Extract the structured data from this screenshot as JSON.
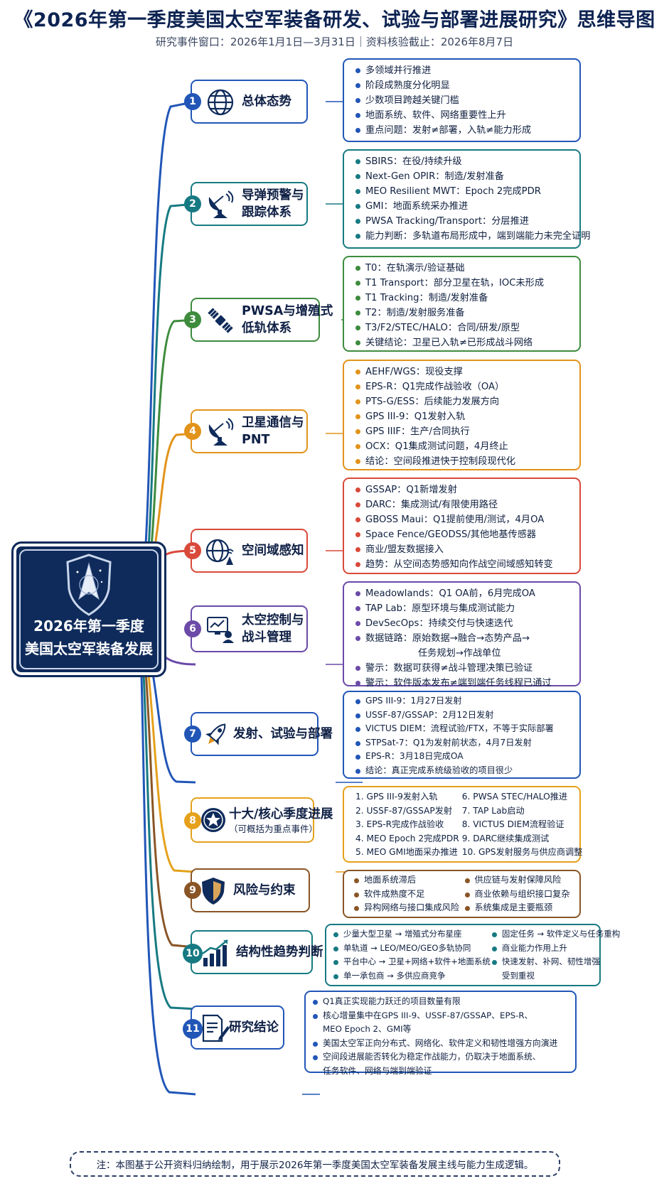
{
  "title": "《2026年第一季度美国太空军装备研发、试验与部署进展研究》思维导图",
  "subtitle": "研究事件窗口：2026年1月1日—3月31日｜资料核验截止：2026年8月7日",
  "root": {
    "line1": "2026年第一季度",
    "line2": "美国太空军装备发展",
    "icon": "space-force-delta-emblem"
  },
  "colors": {
    "navy": "#0f2b5b",
    "blue": "#2156b7",
    "teal": "#177a82",
    "green": "#3d8b3d",
    "orange": "#e2931b",
    "red": "#d9493a",
    "purple": "#6b4aa8",
    "gold": "#e5a11b",
    "brown": "#8a5526"
  },
  "branches": [
    {
      "num": "1",
      "label": "总体态势",
      "sub": "",
      "icon": "globe-icon",
      "items": [
        "多领域并行推进",
        "阶段成熟度分化明显",
        "少数项目跨越关键门槛",
        "地面系统、软件、网络重要性上升",
        "重点问题：发射≠部署，入轨≠能力形成"
      ]
    },
    {
      "num": "2",
      "label": "导弹预警与",
      "label2": "跟踪体系",
      "sub": "",
      "icon": "satellite-dish-icon",
      "items": [
        "SBIRS：在役/持续升级",
        "Next-Gen OPIR：制造/发射准备",
        "MEO Resilient MWT：Epoch 2完成PDR",
        "GMI：地面系统采办推进",
        "PWSA Tracking/Transport：分层推进",
        "能力判断：多轨道布局形成中，端到端能力未完全证明"
      ]
    },
    {
      "num": "3",
      "label": "PWSA与增殖式",
      "label2": "低轨体系",
      "sub": "",
      "icon": "satellite-icon",
      "items": [
        "T0：在轨演示/验证基础",
        "T1 Transport：部分卫星在轨，IOC未形成",
        "T1 Tracking：制造/发射准备",
        "T2：制造/发射服务准备",
        "T3/F2/STEC/HALO：合同/研发/原型",
        "关键结论：卫星已入轨≠已形成战斗网络"
      ]
    },
    {
      "num": "4",
      "label": "卫星通信与",
      "label2": "PNT",
      "sub": "",
      "icon": "satellite-antenna-icon",
      "items": [
        "AEHF/WGS：现役支撑",
        "EPS-R：Q1完成作战验收（OA）",
        "PTS-G/ESS：后续能力发展方向",
        "GPS III-9：Q1发射入轨",
        "GPS IIIF：生产/合同执行",
        "OCX：Q1集成测试问题，4月终止",
        "结论：空间段推进快于控制段现代化"
      ]
    },
    {
      "num": "5",
      "label": "空间域感知",
      "sub": "",
      "icon": "radar-globe-icon",
      "items": [
        "GSSAP：Q1新增发射",
        "DARC：集成测试/有限使用路径",
        "GBOSS Maui：Q1提前使用/测试，4月OA",
        "Space Fence/GEODSS/其他地基传感器",
        "商业/盟友数据接入",
        "趋势：从空间态势感知向作战空间域感知转变"
      ]
    },
    {
      "num": "6",
      "label": "太空控制与",
      "label2": "战斗管理",
      "sub": "",
      "icon": "command-console-icon",
      "items": [
        "Meadowlands：Q1 OA前，6月完成OA",
        "TAP Lab：原型环境与集成测试能力",
        "DevSecOps：持续交付与快速迭代",
        "数据链路：原始数据→融合→态势产品→",
        "任务规划→作战单位",
        "警示：数据可获得≠战斗管理决策已验证",
        "警示：软件版本发布≠端到端任务线程已通过"
      ]
    },
    {
      "num": "7",
      "label": "发射、试验与部署",
      "sub": "",
      "icon": "rocket-icon",
      "items": [
        "GPS III-9：1月27日发射",
        "USSF-87/GSSAP：2月12日发射",
        "VICTUS DIEM：流程试验/FTX，不等于实际部署",
        "STPSat-7：Q1为发射前状态，4月7日发射",
        "EPS-R：3月18日完成OA",
        "结论：真正完成系统级验收的项目很少"
      ]
    },
    {
      "num": "8",
      "label": "十大/核心季度进展",
      "sub": "（可概括为重点事件）",
      "icon": "star-badge-icon",
      "col1": [
        "1. GPS III-9发射入轨",
        "2. USSF-87/GSSAP发射",
        "3. EPS-R完成作战验收",
        "4. MEO Epoch 2完成PDR",
        "5. MEO GMI地面采办推进"
      ],
      "col2": [
        "6. PWSA STEC/HALO推进",
        "7. TAP Lab启动",
        "8. VICTUS DIEM流程验证",
        "9. DARC继续集成测试",
        "10. GPS发射服务与供应商调整"
      ]
    },
    {
      "num": "9",
      "label": "风险与约束",
      "sub": "",
      "icon": "shield-icon",
      "col1": [
        "地面系统滞后",
        "软件成熟度不足",
        "异构网络与接口集成风险"
      ],
      "col2": [
        "供应链与发射保障风险",
        "商业依赖与组织接口复杂",
        "系统集成是主要瓶颈"
      ]
    },
    {
      "num": "10",
      "label": "结构性趋势判断",
      "sub": "",
      "icon": "growth-chart-icon",
      "col1": [
        "少量大型卫星 → 增殖式分布星座",
        "单轨道 → LEO/MEO/GEO多轨协同",
        "平台中心 → 卫星+网络+软件+地面系统",
        "单一承包商 → 多供应商竞争"
      ],
      "col2": [
        "固定任务 → 软件定义与任务重构",
        "商业能力作用上升",
        "快速发射、补网、韧性增强",
        "受到重视"
      ]
    },
    {
      "num": "11",
      "label": "研究结论",
      "sub": "",
      "icon": "document-pen-icon",
      "items": [
        "Q1真正实现能力跃迁的项目数量有限",
        "核心增量集中在GPS III-9、USSF-87/GSSAP、EPS-R、",
        "MEO Epoch 2、GMI等",
        "美国太空军正向分布式、网络化、软件定义和韧性增强方向演进",
        "空间段进展能否转化为稳定作战能力，仍取决于地面系统、",
        "任务软件、网络与端到端验证"
      ]
    }
  ],
  "footer": "注：本图基于公开资料归纳绘制，用于展示2026年第一季度美国太空军装备发展主线与能力生成逻辑。"
}
